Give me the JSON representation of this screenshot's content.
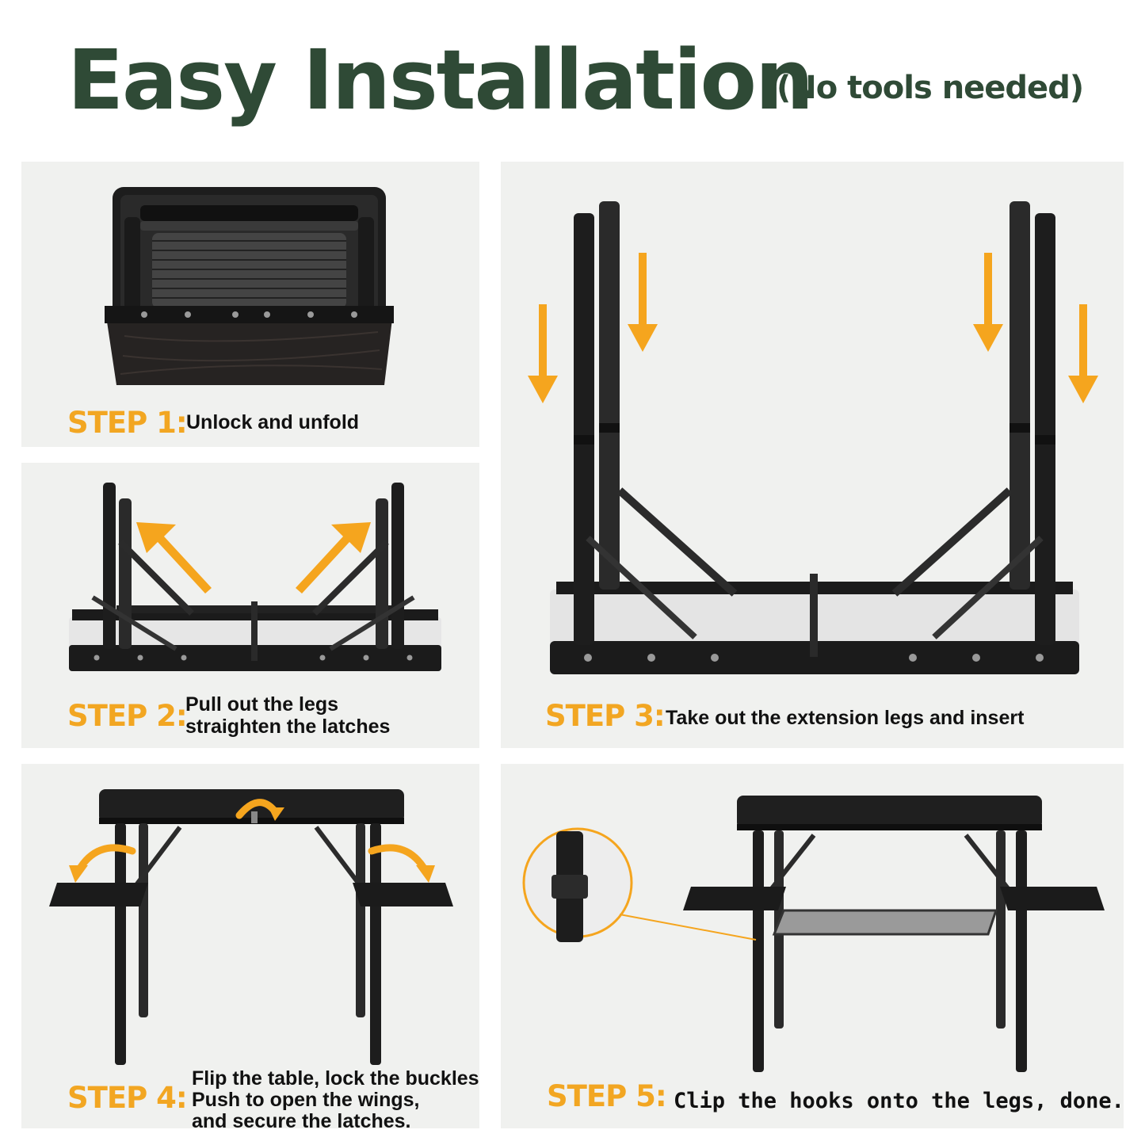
{
  "header": {
    "title": "Easy Installation",
    "subtitle": "(No tools needed)"
  },
  "colors": {
    "title": "#2f4a36",
    "step_label": "#f2a622",
    "arrow": "#f5a51e",
    "panel_bg": "#f0f1ef",
    "frame": "#1f1f1f"
  },
  "steps": [
    {
      "label": "STEP 1:",
      "lines": [
        "Unlock and unfold"
      ]
    },
    {
      "label": "STEP 2:",
      "lines": [
        "Pull out the legs",
        "straighten the latches"
      ]
    },
    {
      "label": "STEP 3:",
      "lines": [
        "Take out the extension legs and insert"
      ]
    },
    {
      "label": "STEP 4:",
      "lines": [
        "Flip the table, lock the buckles",
        "Push to open the wings,",
        "and secure the latches."
      ]
    },
    {
      "label": "STEP 5:",
      "lines": [
        "Clip the hooks onto the legs, done."
      ]
    }
  ],
  "icons": {
    "arrow_down": "arrow-down-icon",
    "arrow_diagonal": "arrow-diagonal-icon",
    "arrow_curved": "arrow-curved-icon"
  }
}
